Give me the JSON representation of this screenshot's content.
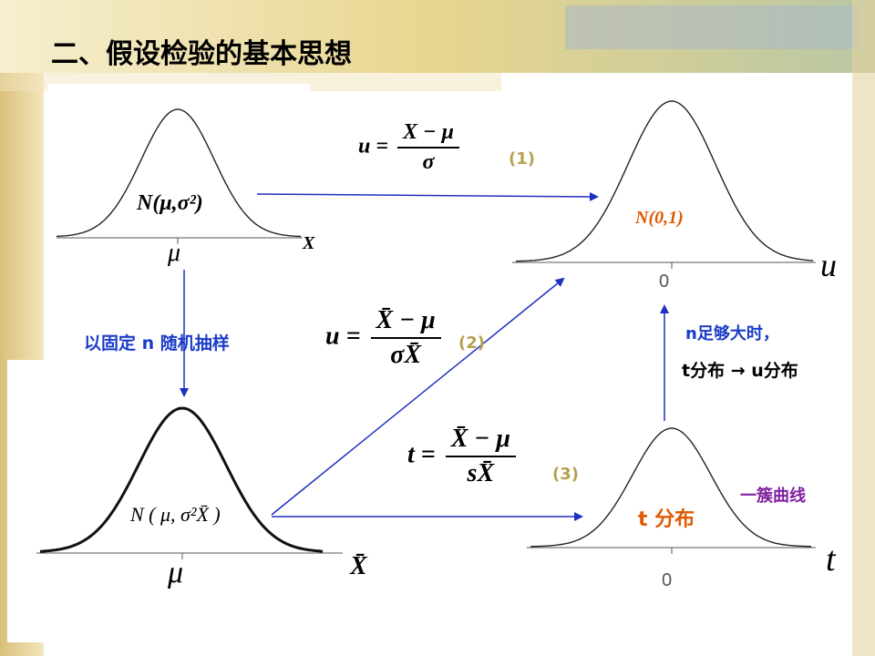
{
  "title": "二、假设检验的基本思想",
  "colors": {
    "arrow": "#1f2fbf",
    "orange_label": "#e05a00",
    "blue_label": "#1a3cc8",
    "purple_label": "#8020a0",
    "eq_number": "#b8a050",
    "bg_left": "#e8d49a"
  },
  "top_left": {
    "dist_label": "N(μ,σ²)",
    "center_label": "μ",
    "axis_label": "X"
  },
  "top_right": {
    "dist_label": "N(0,1)",
    "tick_label": "0",
    "axis_label": "u"
  },
  "bottom_left": {
    "dist_label": "N ( μ, σ²X̄ )",
    "center_label": "μ",
    "axis_label": "X̄"
  },
  "bottom_right": {
    "dist_label": "t 分布",
    "tick_label": "0",
    "axis_label": "t",
    "family_note": "一簇曲线"
  },
  "sampling_label": "以固定 n 随机抽样",
  "limit_note": {
    "line1": "n足够大时，",
    "line2": "t分布 → u分布"
  },
  "eq1": {
    "lhs": "u =",
    "numerator": "X − μ",
    "denominator": "σ",
    "number": "(1)"
  },
  "eq2": {
    "lhs": "u =",
    "numerator": "X̄ − μ",
    "denominator": "σX̄",
    "number": "(2)"
  },
  "eq3": {
    "lhs": "t =",
    "numerator": "X̄ − μ",
    "denominator": "sX̄",
    "number": "(3)"
  }
}
